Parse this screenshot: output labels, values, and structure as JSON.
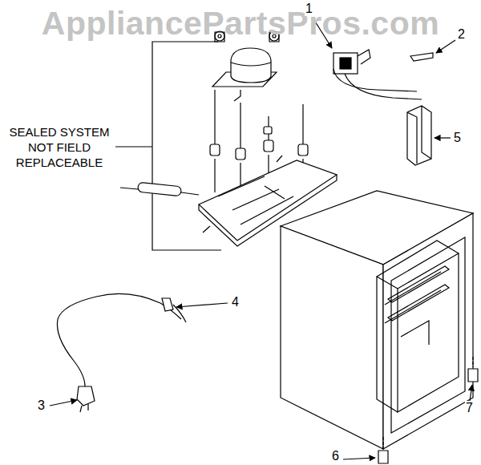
{
  "diagram": {
    "labels": [
      "AppliancePartsPros.com",
      "SEALED SYSTEM NOT FIELD REPLACEABLE",
      "1",
      "2",
      "3",
      "4",
      "5",
      "6",
      "7"
    ]
  }
}
